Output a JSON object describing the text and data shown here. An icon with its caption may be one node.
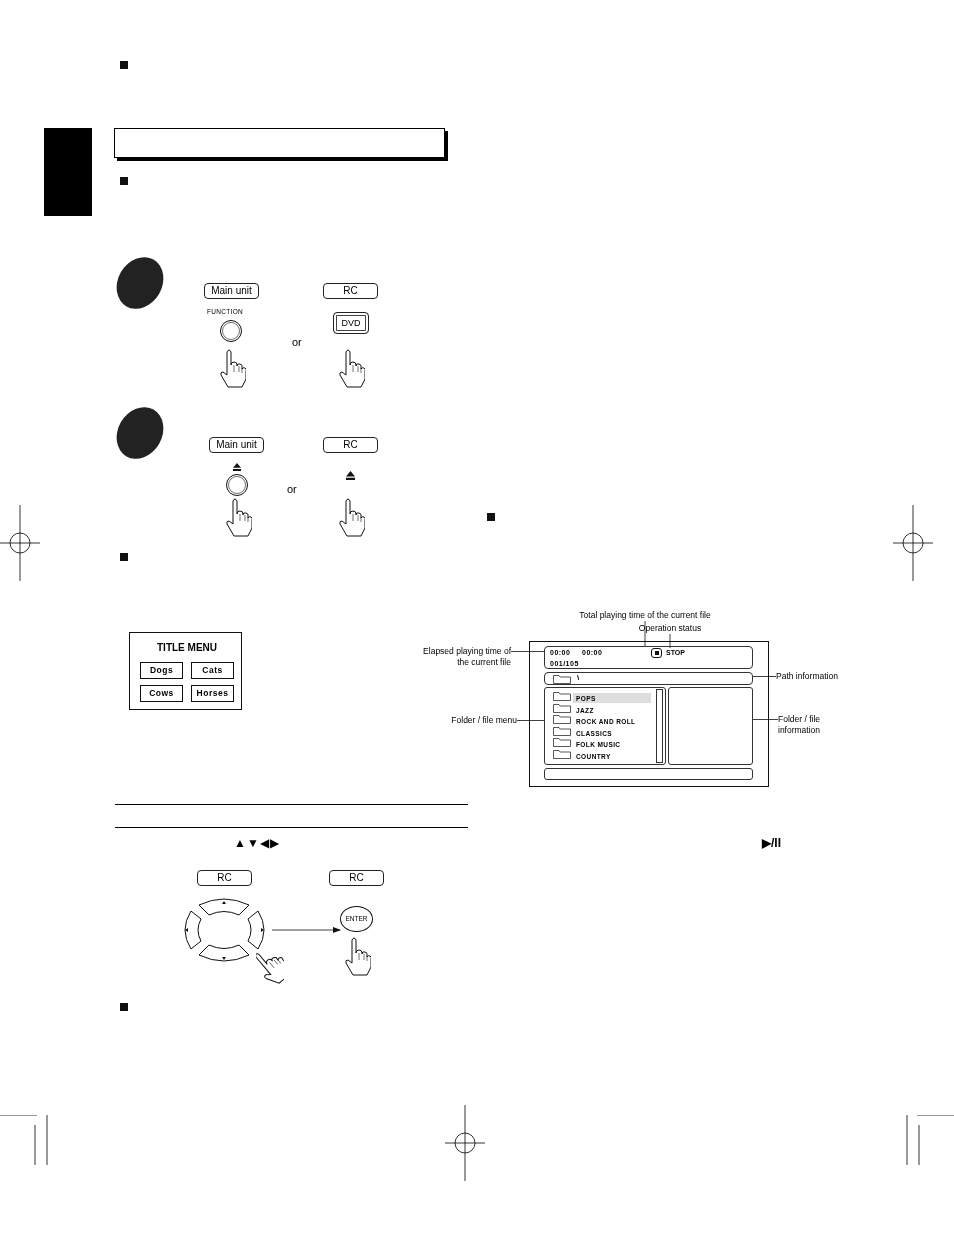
{
  "diagram": {
    "nodes": [
      {
        "text": [
          "Main unit"
        ]
      },
      {
        "text": [
          "RC"
        ]
      },
      {
        "text": [
          "DVD"
        ]
      },
      {
        "text": [
          "Main unit"
        ]
      },
      {
        "text": [
          "RC"
        ]
      },
      {
        "text": [
          "TITLE MENU"
        ]
      },
      {
        "text": [
          "Dogs"
        ],
        "in": 5
      },
      {
        "text": [
          "Cats"
        ],
        "in": 5
      },
      {
        "text": [
          "Cows"
        ],
        "in": 5
      },
      {
        "text": [
          "Horses"
        ],
        "in": 5
      },
      {
        "text": [
          "RC"
        ]
      },
      {
        "text": [
          "RC"
        ]
      },
      {
        "text": [],
        "shape": "circle"
      },
      {
        "text": [
          "ENTER"
        ]
      },
      {
        "text": [],
        "shape": "box"
      },
      {
        "text": [
          "00:00",
          "00:00",
          "001/105"
        ],
        "in": 14
      },
      {
        "text": [
          "STOP"
        ],
        "in": 15
      },
      {
        "text": [
          "\\"
        ],
        "in": 14
      },
      {
        "text": [
          "POPS",
          "JAZZ",
          "ROCK AND ROLL",
          "CLASSICS",
          "FOLK MUSIC",
          "COUNTRY"
        ],
        "in": 14
      },
      {
        "text": [],
        "shape": "box",
        "in": 14
      },
      {
        "text": [],
        "shape": "box",
        "in": 14
      },
      {
        "text": [
          "Elapsed playing time of the current file"
        ]
      },
      {
        "text": [
          "Total playing time of the current file"
        ]
      },
      {
        "text": [
          "Operation status"
        ]
      },
      {
        "text": [
          "Path information"
        ]
      },
      {
        "text": [
          "Folder / file menu"
        ]
      },
      {
        "text": [
          "Folder / file information"
        ]
      },
      {
        "text": [],
        "shape": "bar"
      }
    ],
    "edges": [
      {
        "from": 21,
        "to": 15,
        "arrow": "none"
      },
      {
        "from": 22,
        "to": 15,
        "arrow": "none"
      },
      {
        "from": 23,
        "to": 16,
        "arrow": "none"
      },
      {
        "from": 24,
        "to": 17,
        "arrow": "none"
      },
      {
        "from": 25,
        "to": 18,
        "arrow": "none"
      },
      {
        "from": 26,
        "to": 19,
        "arrow": "none"
      },
      {
        "from": 12,
        "to": 13,
        "arrow": "to"
      }
    ],
    "labels": [
      "FUNCTION",
      "or",
      "or",
      "▲▼◀▶",
      "▶/II"
    ]
  }
}
